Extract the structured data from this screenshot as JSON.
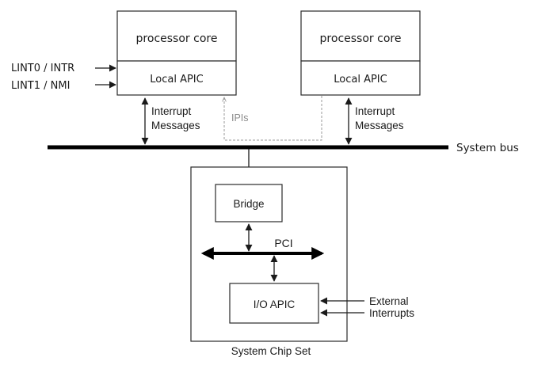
{
  "processors": [
    {
      "core_label": "processor core",
      "apic_label": "Local APIC"
    },
    {
      "core_label": "processor core",
      "apic_label": "Local APIC"
    }
  ],
  "lint_inputs": [
    "LINT0 / INTR",
    "LINT1 / NMI"
  ],
  "interrupt_messages": [
    "Interrupt",
    "Messages"
  ],
  "ipis_label": "IPIs",
  "system_bus_label": "System bus",
  "bridge_label": "Bridge",
  "pci_label": "PCI",
  "io_apic_label": "I/O APIC",
  "external_interrupts": [
    "External",
    "Interrupts"
  ],
  "chipset_label": "System Chip Set",
  "colors": {
    "lines": "#000000",
    "ipi_path": "#9a9a9a"
  }
}
